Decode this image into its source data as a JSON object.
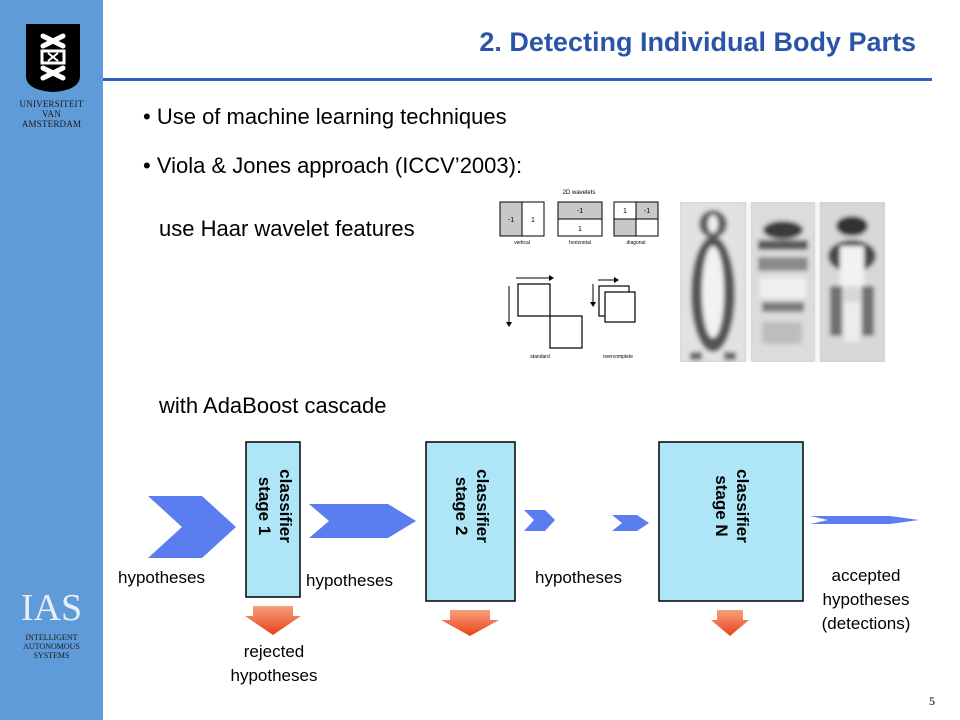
{
  "sidebar": {
    "university": [
      "UNIVERSITEIT",
      "VAN",
      "AMSTERDAM"
    ],
    "ias": "IAS",
    "ias_sub": [
      "INTELLIGENT",
      "AUTONOMOUS",
      "SYSTEMS"
    ]
  },
  "slide": {
    "title": "2. Detecting Individual Body Parts",
    "bullets": [
      "Use of machine learning techniques",
      "Viola & Jones approach (ICCV’2003):"
    ],
    "haar_text": "use Haar wavelet features",
    "adaboost_text": "with AdaBoost cascade",
    "page_number": "5"
  },
  "wavelet_figure": {
    "caption": "2D wavelets",
    "cells": {
      "vertical": [
        "-1",
        "1"
      ],
      "horizontal": [
        "-1",
        "1"
      ],
      "diagonal": [
        "1",
        "-1"
      ]
    },
    "labels": [
      "vertical",
      "horizontal",
      "diagonal"
    ],
    "bottom_labels": [
      "standard",
      "overcomplete"
    ]
  },
  "cascade": {
    "stages": [
      "classifier stage 1",
      "classifier stage 2",
      "classifier stage N"
    ],
    "stage_lines": [
      [
        "classifier",
        "stage 1"
      ],
      [
        "classifier",
        "stage 2"
      ],
      [
        "classifier",
        "stage N"
      ]
    ],
    "hypotheses": "hypotheses",
    "rejected": [
      "rejected",
      "hypotheses"
    ],
    "accepted": [
      "accepted",
      "hypotheses",
      "(detections)"
    ],
    "colors": {
      "stage_fill": "#aee6f7",
      "arrow_fill": "#5a7ef0",
      "reject_fill": "#f25722"
    }
  }
}
